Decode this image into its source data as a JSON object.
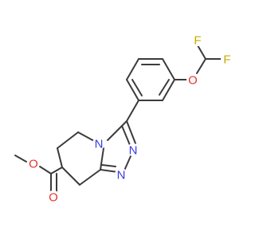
{
  "atoms": {
    "f_top": {
      "label": "F",
      "color": "#c8a800"
    },
    "f_right": {
      "label": "F",
      "color": "#c8a800"
    },
    "o_ether": {
      "label": "O",
      "color": "#e8322b"
    },
    "n_ring": {
      "label": "N",
      "color": "#3a3ae6"
    },
    "n_right": {
      "label": "N",
      "color": "#3a3ae6"
    },
    "n_bottom": {
      "label": "N",
      "color": "#3a3ae6"
    },
    "o_ester_single": {
      "label": "O",
      "color": "#e8322b"
    },
    "o_ester_double": {
      "label": "O",
      "color": "#e8322b"
    }
  },
  "colors": {
    "carbon_bond": "#3b3b3b",
    "oxygen": "#e8322b",
    "nitrogen": "#3a3ae6",
    "fluorine": "#c8a800"
  }
}
